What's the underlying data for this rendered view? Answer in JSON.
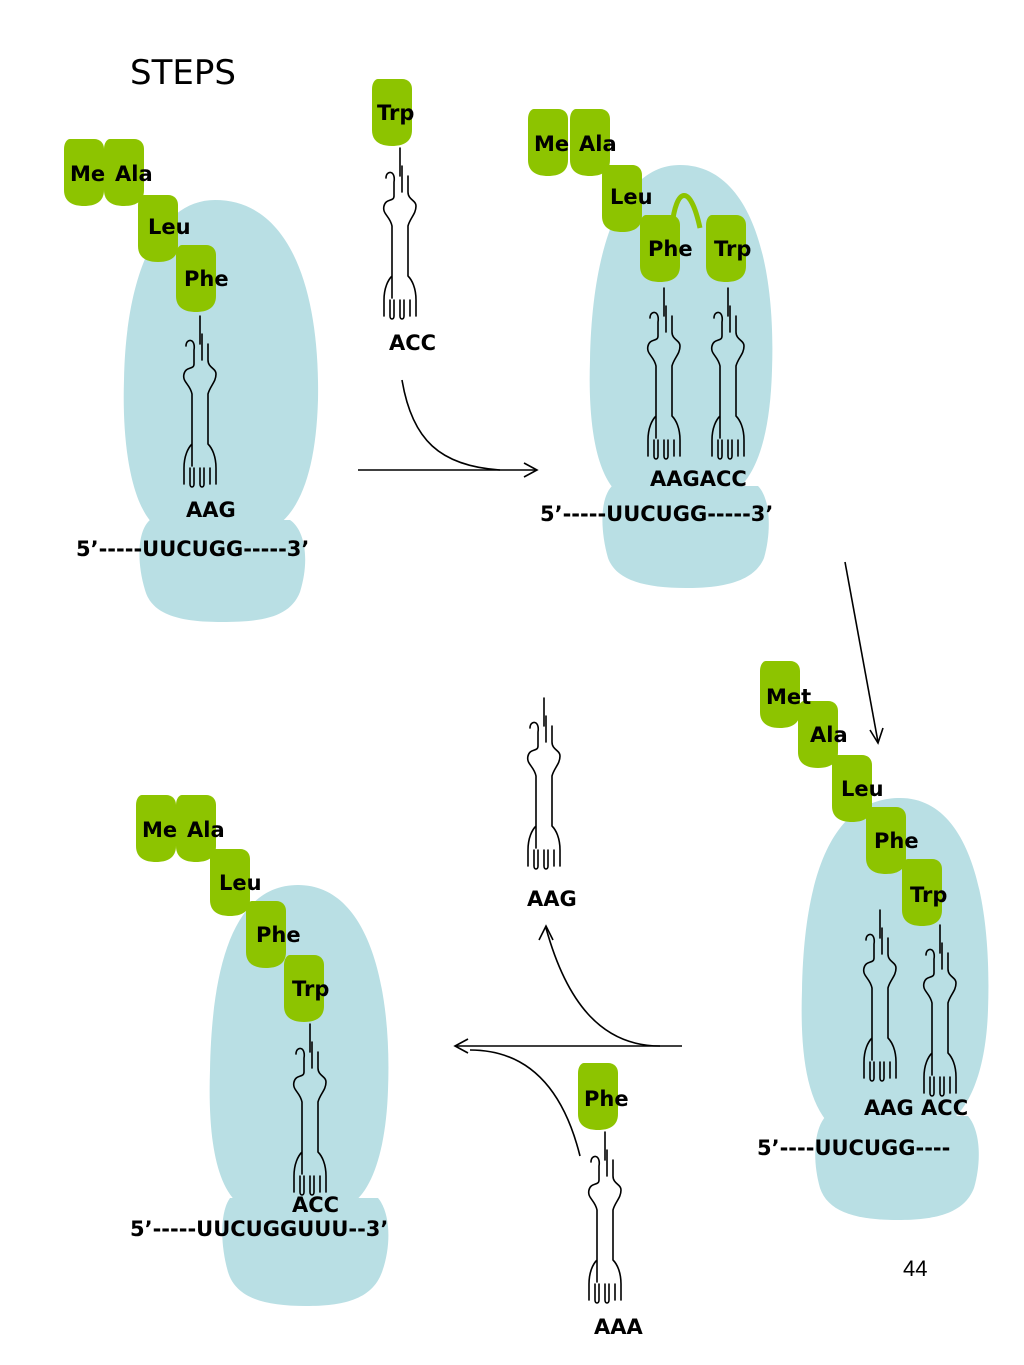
{
  "title": "STEPS",
  "page_number": "44",
  "colors": {
    "ribosome": "#b9dfe4",
    "amino_acid": "#8dc400",
    "line": "#000000"
  },
  "panel1": {
    "chain": [
      "Me",
      "Ala",
      "Leu",
      "Phe"
    ],
    "anticodon": "AAG",
    "mrna": "5’-----UUCUGG-----3’"
  },
  "incoming": {
    "amino_acid": "Trp",
    "anticodon": "ACC"
  },
  "panel2": {
    "chain": [
      "Me",
      "Ala",
      "Leu",
      "Phe"
    ],
    "new_amino_acid": "Trp",
    "anticodons": "AAGACC",
    "mrna": "5’-----UUCUGG-----3’"
  },
  "panel3": {
    "chain": [
      "Met",
      "Ala",
      "Leu",
      "Phe",
      "Trp"
    ],
    "anticodons": "AAG ACC",
    "mrna": "5’----UUCUGG----"
  },
  "released": {
    "anticodon": "AAG"
  },
  "next_trna": {
    "amino_acid": "Phe",
    "anticodon": "AAA"
  },
  "panel4": {
    "chain": [
      "Me",
      "Ala",
      "Leu",
      "Phe",
      "Trp"
    ],
    "anticodon": "ACC",
    "mrna": "5’-----UUCUGGUUU--3’"
  }
}
